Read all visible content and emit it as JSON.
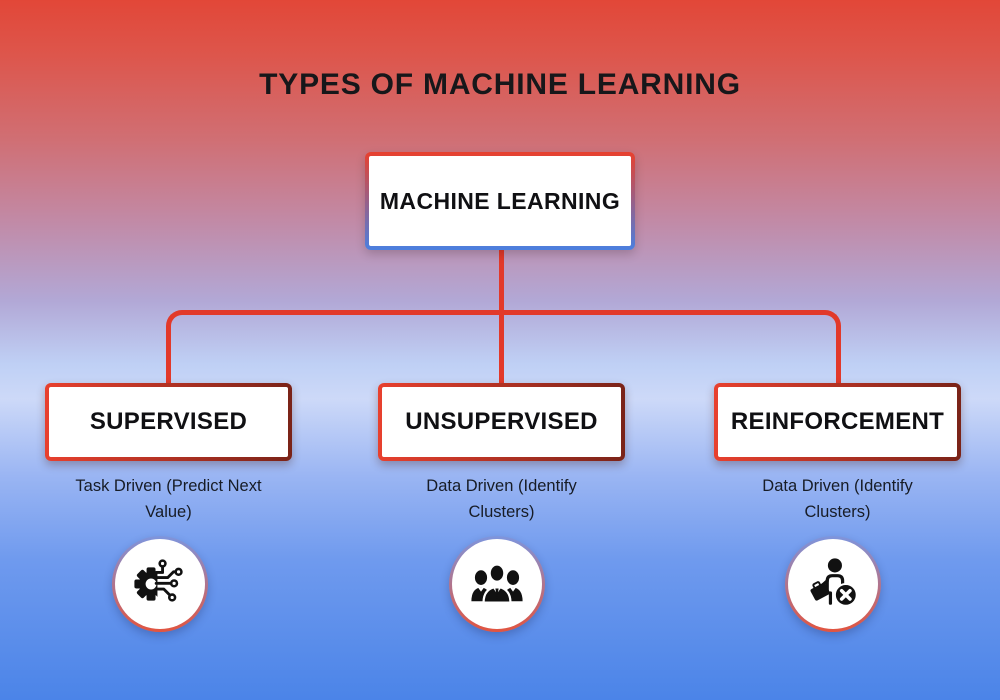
{
  "page": {
    "title": "TYPES OF MACHINE LEARNING"
  },
  "root_node": {
    "label": "MACHINE LEARNING"
  },
  "branches": [
    {
      "label": "SUPERVISED",
      "description": "Task Driven (Predict Next Value)",
      "icon": "gear-circuit-icon"
    },
    {
      "label": "UNSUPERVISED",
      "description": "Data Driven (Identify Clusters)",
      "icon": "team-icon"
    },
    {
      "label": "REINFORCEMENT",
      "description": "Data Driven (Identify Clusters)",
      "icon": "person-briefcase-x-icon"
    }
  ],
  "colors": {
    "background_top": "#e24738",
    "background_bottom": "#4b84e8",
    "connector_red": "#e2392a",
    "box_border_red": "#e8402e",
    "box_border_maroon": "#7a2318",
    "root_border_top": "#e8402e",
    "root_border_bottom": "#4a7fe0",
    "circle_border_top": "#7d95dd",
    "circle_border_bottom": "#e2543f",
    "text_dark": "#15181f"
  }
}
